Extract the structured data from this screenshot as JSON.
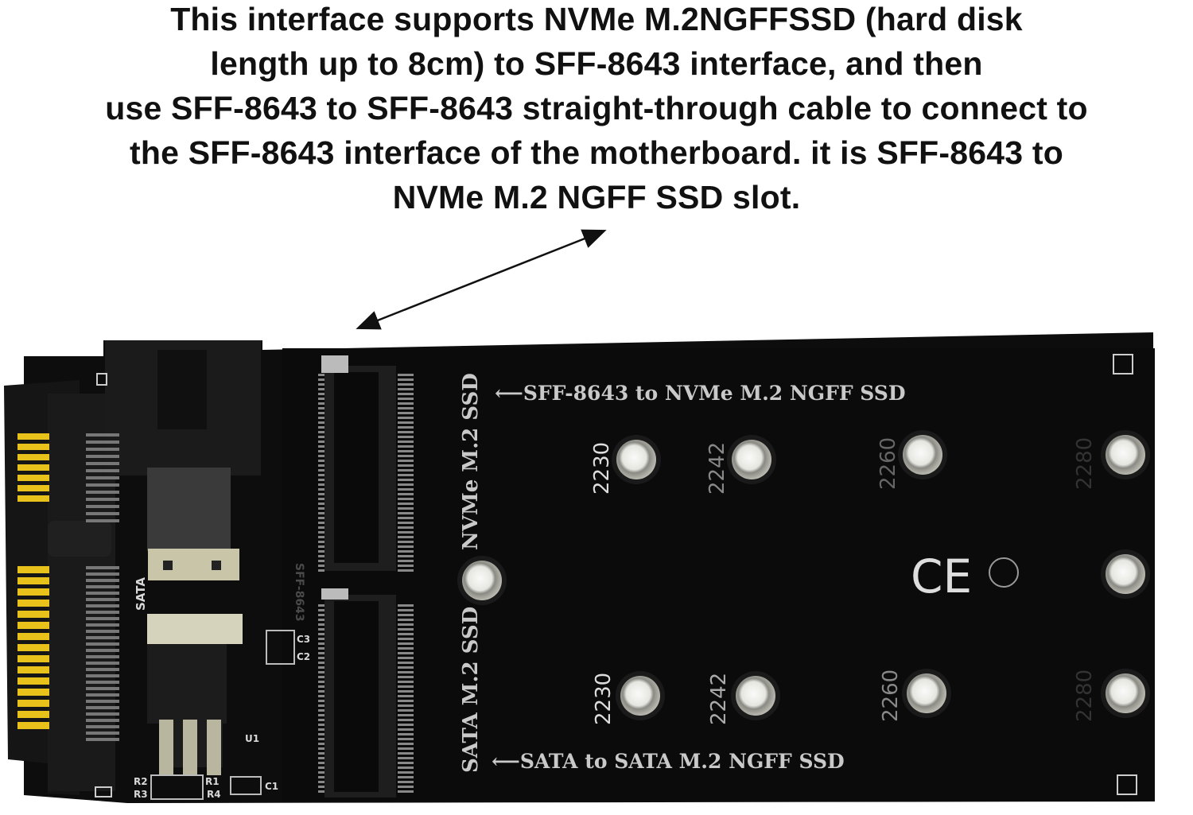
{
  "caption": {
    "lines": [
      "This interface supports NVMe M.2NGFFSSD (hard disk",
      "length up to 8cm) to SFF-8643 interface, and then",
      "use SFF-8643 to SFF-8643 straight-through cable to connect to",
      "the SFF-8643 interface of the motherboard. it is SFF-8643 to",
      "NVMe M.2 NGFF SSD slot."
    ]
  },
  "board": {
    "nvme_arrow_label": "SFF-8643 to NVMe M.2 NGFF SSD",
    "sata_arrow_label": "SATA to SATA M.2 NGFF SSD",
    "nvme_slot_label": "NVMe M.2 SSD",
    "sata_slot_label": "SATA M.2 SSD",
    "sff_label": "SFF-8643",
    "sata_label": "SATA",
    "ce_mark": "CE",
    "components": {
      "c1": "C1",
      "c2": "C2",
      "c3": "C3",
      "r1": "R1",
      "r2": "R2",
      "r3": "R3",
      "r4": "R4",
      "u1": "U1"
    },
    "nvme_sizes": [
      "2230",
      "2242",
      "2260",
      "2280"
    ],
    "sata_sizes": [
      "2230",
      "2242",
      "2260",
      "2280"
    ]
  },
  "colors": {
    "board": "#0d0d0d",
    "gold": "#e8c21a",
    "silk": "#c9c9c9"
  }
}
